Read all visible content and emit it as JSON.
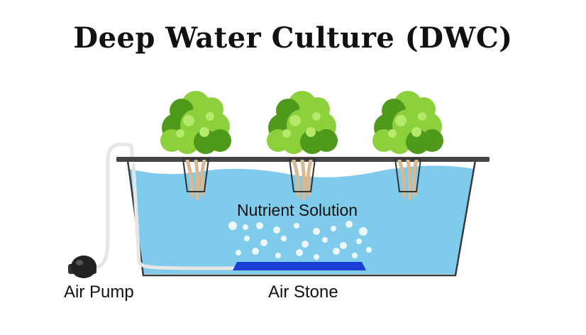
{
  "title": "Deep Water Culture (DWC)",
  "labels": {
    "nutrient_solution": "Nutrient Solution",
    "air_pump": "Air Pump",
    "air_stone": "Air Stone"
  },
  "colors": {
    "water": "#7ecbec",
    "water_edge": "#5fb6de",
    "tank_outline": "#3a3a3a",
    "lid": "#444444",
    "air_stone": "#1a3fd6",
    "leaf_dark": "#4f9a1a",
    "leaf_light": "#8cd13c",
    "root": "#d9b991",
    "air_line": "#e6e6e6",
    "pump": "#222222"
  },
  "plants": [
    {
      "name": "plant-1"
    },
    {
      "name": "plant-2"
    },
    {
      "name": "plant-3"
    }
  ]
}
